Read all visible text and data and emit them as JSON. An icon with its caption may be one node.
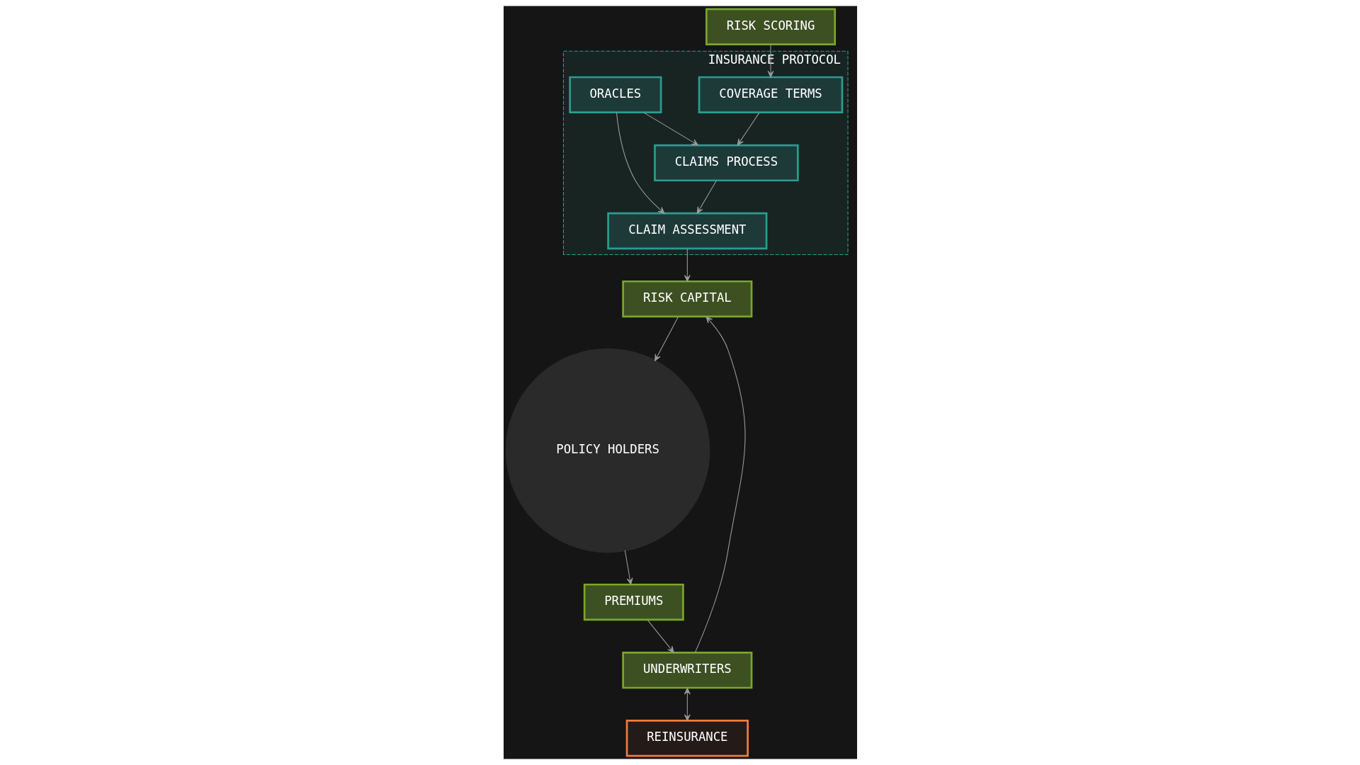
{
  "diagram": {
    "nodes": [
      {
        "text": [
          "INSURANCE PROTOCOL"
        ]
      },
      {
        "text": [
          "RISK SCORING"
        ]
      },
      {
        "text": [
          "COVERAGE TERMS"
        ],
        "in": 0
      },
      {
        "text": [
          "CLAIMS PROCESS"
        ],
        "in": 0
      },
      {
        "text": [
          "ORACLES"
        ],
        "in": 0
      },
      {
        "text": [
          "POLICY HOLDERS"
        ]
      },
      {
        "text": [
          "RISK CAPITAL"
        ]
      },
      {
        "text": [
          "CLAIM ASSESSMENT"
        ],
        "in": 0
      },
      {
        "text": [
          "PREMIUMS"
        ]
      },
      {
        "text": [
          "UNDERWRITERS"
        ]
      },
      {
        "text": [
          "REINSURANCE"
        ]
      }
    ],
    "edges": [
      {
        "from": 1,
        "to": 2,
        "arrow": "to"
      },
      {
        "from": 2,
        "to": 3,
        "arrow": "to"
      },
      {
        "from": 4,
        "to": 3,
        "arrow": "to"
      },
      {
        "from": 3,
        "to": 7,
        "arrow": "to"
      },
      {
        "from": 4,
        "to": 7,
        "arrow": "to"
      },
      {
        "from": 7,
        "to": 6,
        "arrow": "to"
      },
      {
        "from": 6,
        "to": 5,
        "arrow": "to"
      },
      {
        "from": 5,
        "to": 8,
        "arrow": "to"
      },
      {
        "from": 8,
        "to": 9,
        "arrow": "to"
      },
      {
        "from": 9,
        "to": 6,
        "arrow": "to"
      },
      {
        "from": 9,
        "to": 10,
        "arrow": "both"
      }
    ]
  }
}
